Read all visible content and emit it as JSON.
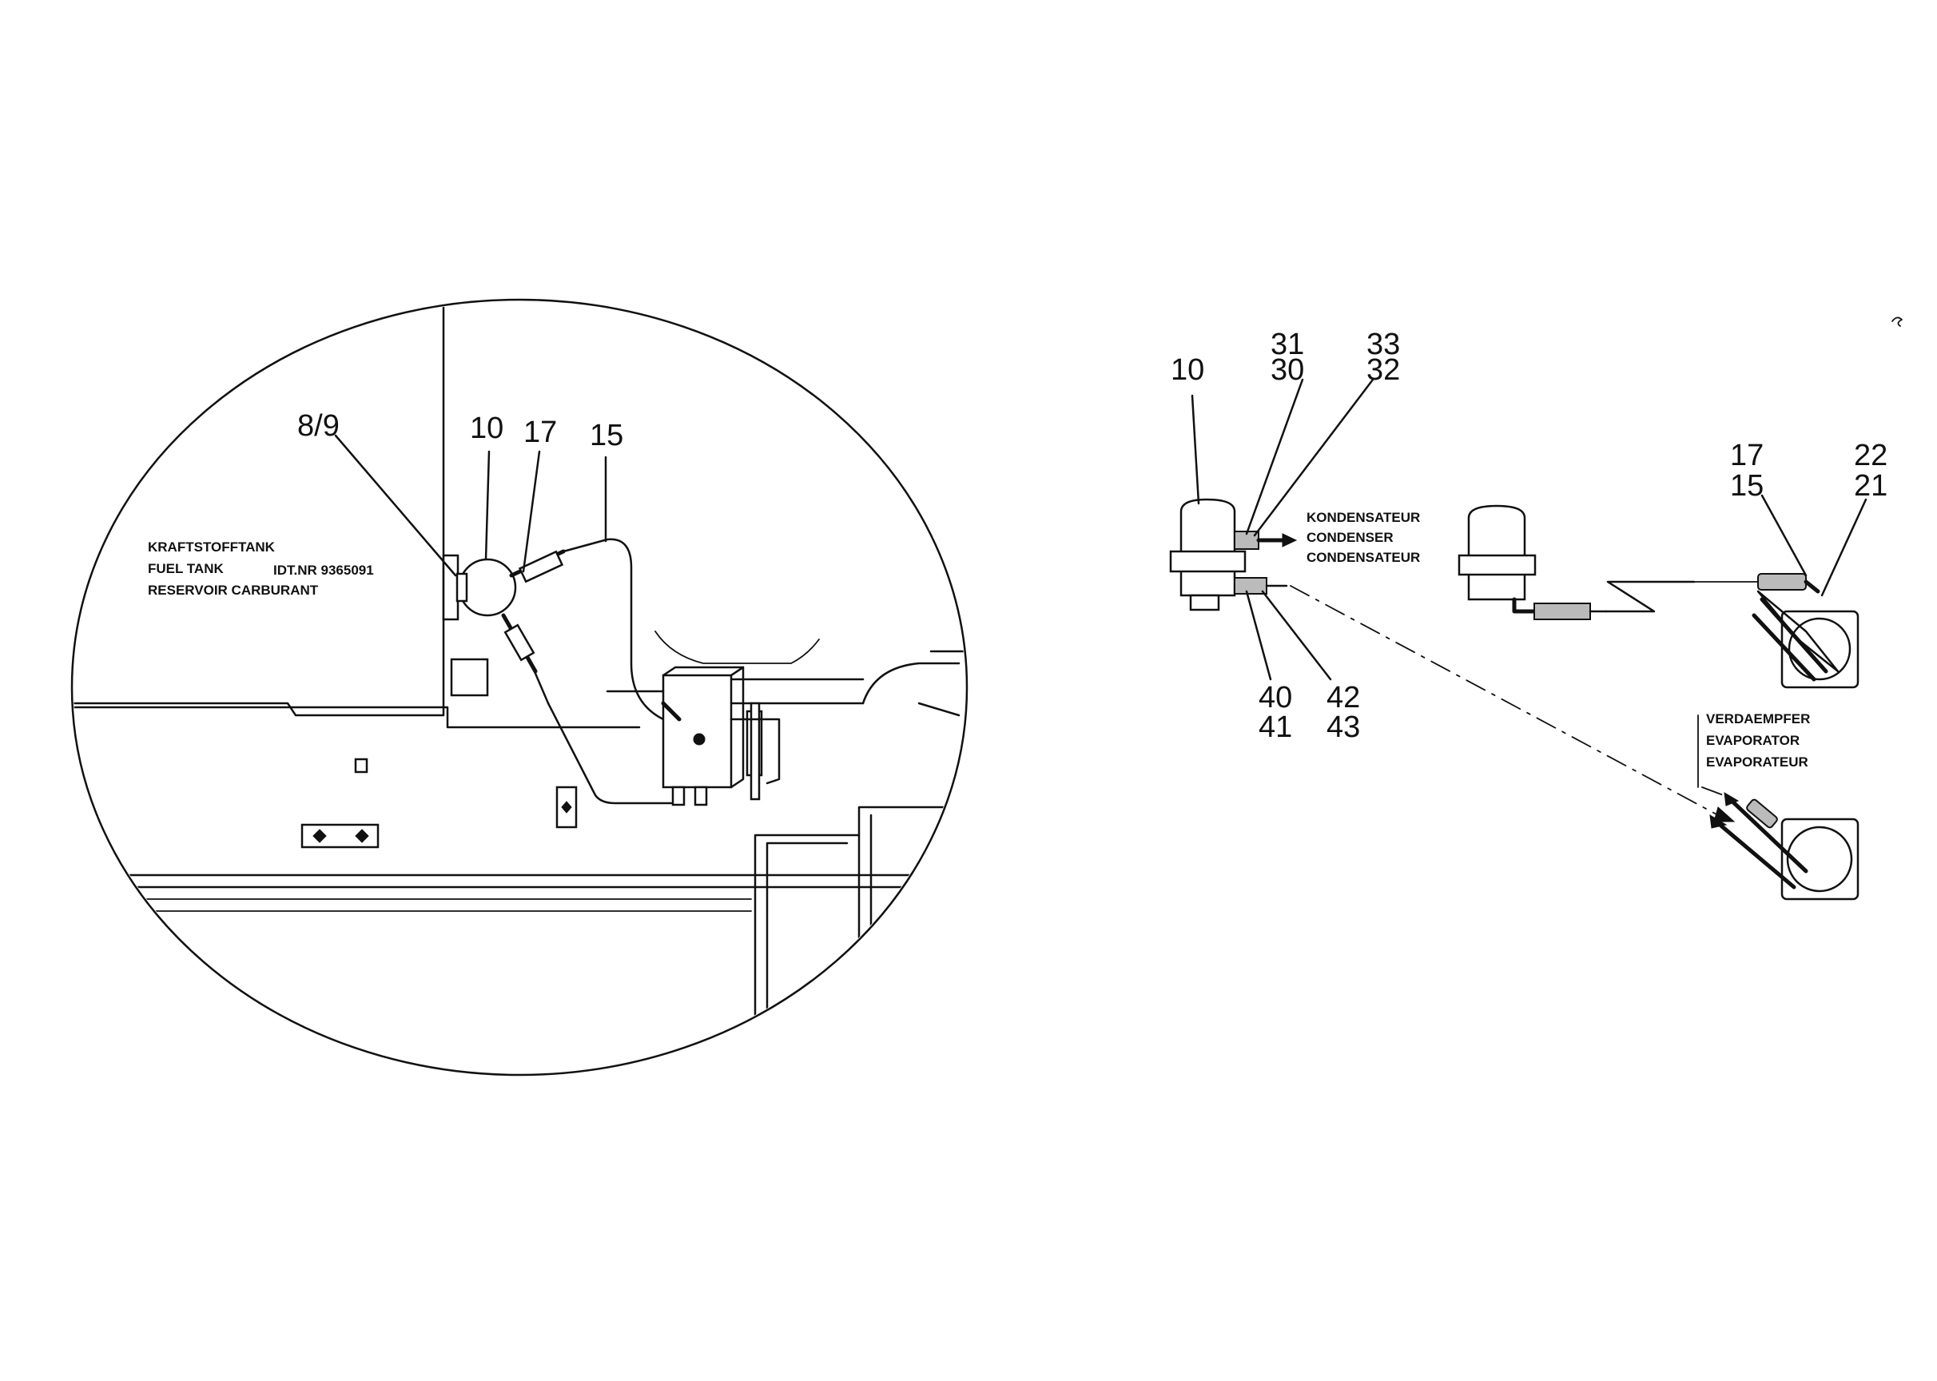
{
  "left_view": {
    "tank_label": {
      "line1": "KRAFTSTOFFTANK",
      "line2": "FUEL TANK",
      "line3": "RESERVOIR CARBURANT",
      "id_number": "IDT.NR 9365091"
    },
    "callouts": [
      "8/9",
      "10",
      "17",
      "15"
    ]
  },
  "right_view": {
    "filter_callouts": {
      "top_left": "10",
      "top_mid_upper": "31",
      "top_mid_lower": "30",
      "top_right_upper": "33",
      "top_right_lower": "32",
      "bottom_left_upper": "40",
      "bottom_left_lower": "41",
      "bottom_right_upper": "42",
      "bottom_right_lower": "43"
    },
    "condenser_label": {
      "line1": "KONDENSATEUR",
      "line2": "CONDENSER",
      "line3": "CONDENSATEUR"
    },
    "evaporator_callouts": {
      "left_upper": "17",
      "left_lower": "15",
      "right_upper": "22",
      "right_lower": "21"
    },
    "evaporator_label": {
      "line1": "VERDAEMPFER",
      "line2": "EVAPORATOR",
      "line3": "EVAPORATEUR"
    }
  }
}
